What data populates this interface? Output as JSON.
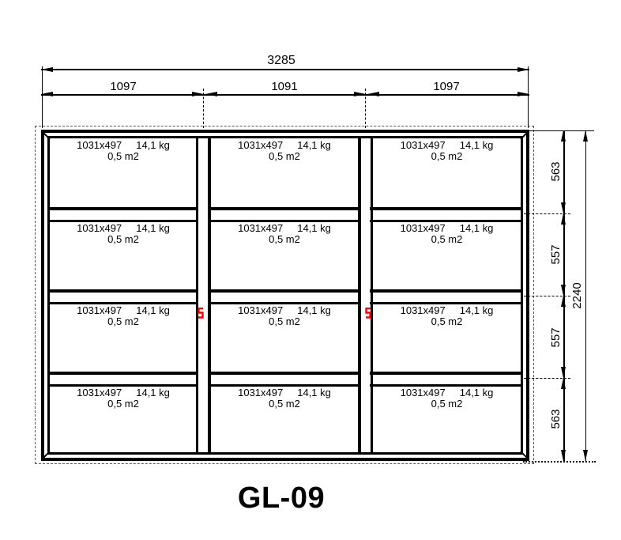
{
  "title": "GL-09",
  "panel": {
    "size_label": "1031x497",
    "weight_label": "14,1 kg",
    "area_label": "0,5 m2"
  },
  "grid": {
    "rows": 4,
    "columns": 3,
    "panel_count": 12
  },
  "dimensions": {
    "top_overall": "3285",
    "top_segments": [
      "1097",
      "1091",
      "1097"
    ],
    "right_segments": [
      "563",
      "557",
      "557",
      "563"
    ],
    "right_overall": "2240"
  },
  "colors": {
    "line": "#000000",
    "marker": "#ff0000",
    "background": "#ffffff"
  }
}
